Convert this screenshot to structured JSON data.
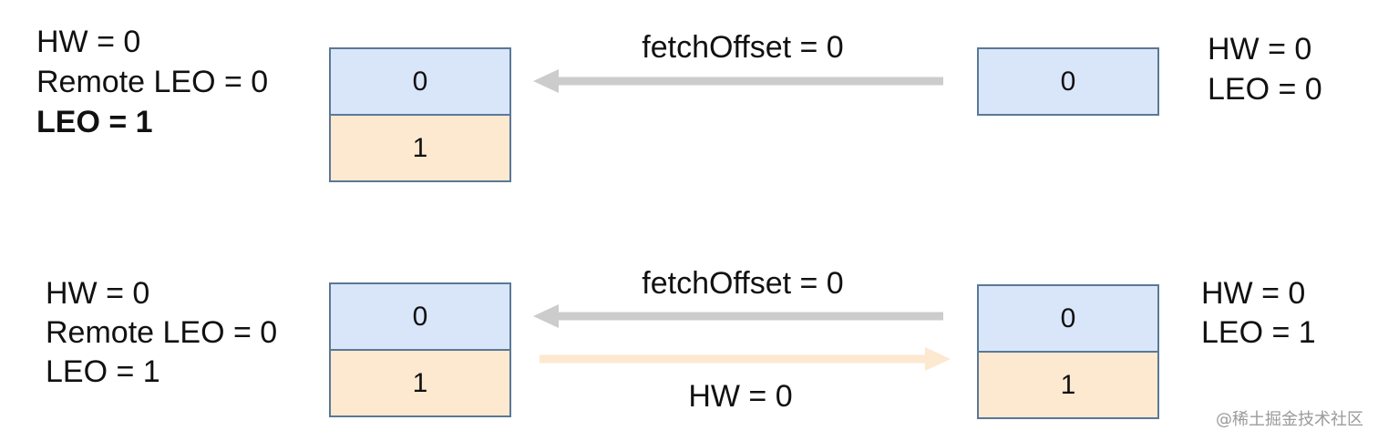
{
  "colors": {
    "log_blue": "#d9e6f9",
    "log_peach": "#fde8d0",
    "fetch_arrow": "#cccccc",
    "hw_arrow": "#fde8d0",
    "border": "#5a7896"
  },
  "top": {
    "leader_state": [
      "HW = 0",
      "Remote LEO = 0",
      "LEO = 1"
    ],
    "leader_log": [
      "0",
      "1"
    ],
    "fetch_label": "fetchOffset = 0",
    "follower_log": [
      "0"
    ],
    "follower_state": [
      "HW = 0",
      "LEO = 0"
    ]
  },
  "bottom": {
    "leader_state": [
      "HW = 0",
      "Remote LEO = 0",
      "LEO = 1"
    ],
    "leader_log": [
      "0",
      "1"
    ],
    "fetch_label": "fetchOffset = 0",
    "response_label": "HW = 0",
    "follower_log": [
      "0",
      "1"
    ],
    "follower_state": [
      "HW = 0",
      "LEO = 1"
    ]
  },
  "watermark": "@稀土掘金技术社区"
}
